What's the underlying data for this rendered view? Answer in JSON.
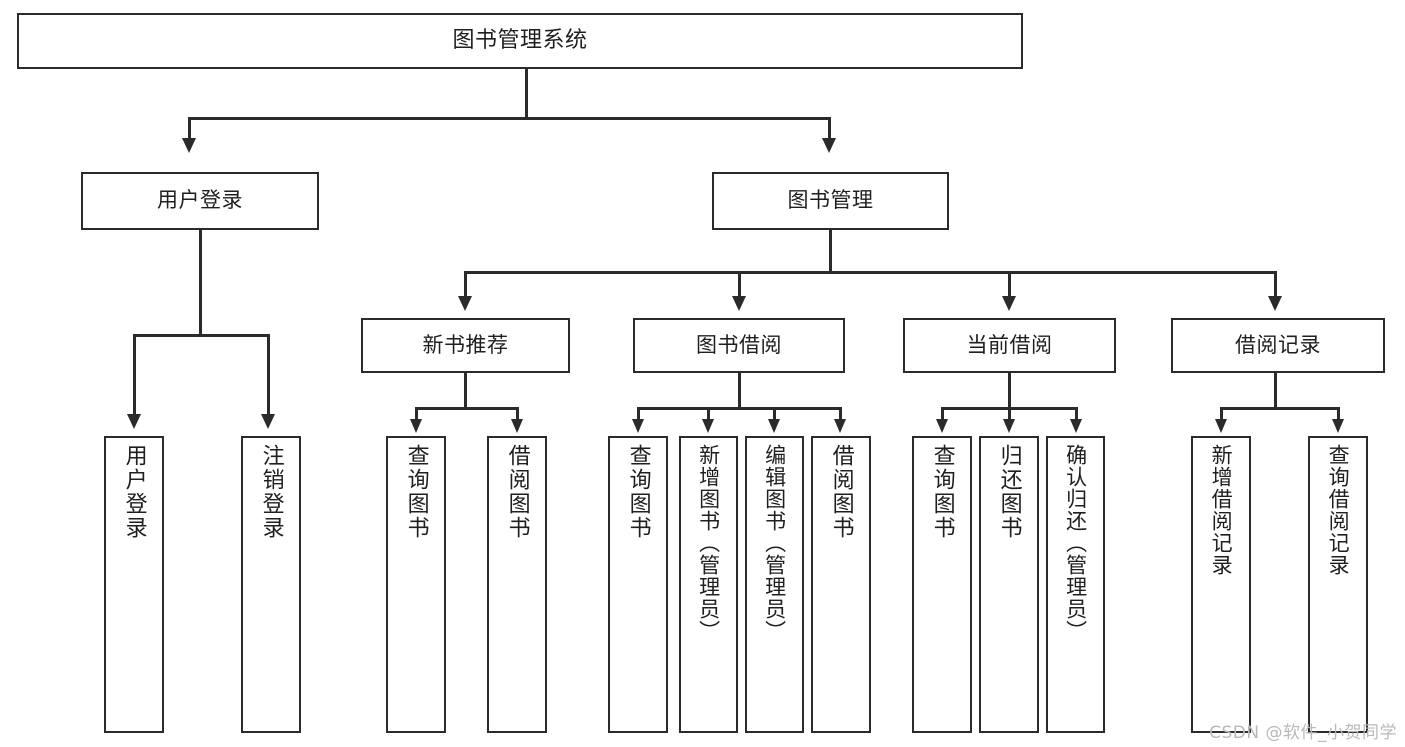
{
  "diagram": {
    "title": "图书管理系统",
    "type": "tree",
    "watermark": "CSDN @软件_小贺同学",
    "colors": {
      "stroke": "#2b2b2b",
      "fill": "#ffffff",
      "text": "#1f1f1f",
      "watermark": "#b9b9b9"
    },
    "root": {
      "label": "图书管理系统"
    },
    "level2": [
      {
        "label": "用户登录"
      },
      {
        "label": "图书管理"
      }
    ],
    "level3": [
      {
        "label": "新书推荐"
      },
      {
        "label": "图书借阅"
      },
      {
        "label": "当前借阅"
      },
      {
        "label": "借阅记录"
      }
    ],
    "leaves": {
      "user_login": [
        {
          "label": "用户登录"
        },
        {
          "label": "注销登录"
        }
      ],
      "new_book_recommend": [
        {
          "label": "查询图书"
        },
        {
          "label": "借阅图书"
        }
      ],
      "book_borrow": [
        {
          "label": "查询图书"
        },
        {
          "label": "新增图书（管理员）"
        },
        {
          "label": "编辑图书（管理员）"
        },
        {
          "label": "借阅图书"
        }
      ],
      "current_borrow": [
        {
          "label": "查询图书"
        },
        {
          "label": "归还图书"
        },
        {
          "label": "确认归还（管理员）"
        }
      ],
      "borrow_record": [
        {
          "label": "新增借阅记录"
        },
        {
          "label": "查询借阅记录"
        }
      ]
    }
  }
}
